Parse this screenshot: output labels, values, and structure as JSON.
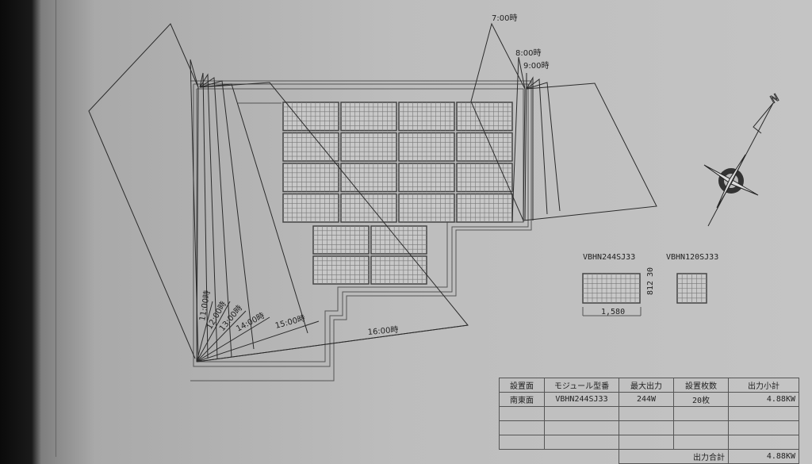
{
  "shadow_labels": {
    "morning": [
      "7:00時",
      "8:00時",
      "9:00時"
    ],
    "afternoon": [
      "11:00時",
      "12:00時",
      "13:00時",
      "14:00時",
      "15:00時",
      "16:00時"
    ]
  },
  "compass": {
    "north_label": "N"
  },
  "modules": {
    "large": {
      "model": "VBHN244SJ33",
      "width": "1,580",
      "height": "812",
      "frame": "30"
    },
    "small": {
      "model": "VBHN120SJ33"
    }
  },
  "array": {
    "upper_cols": 4,
    "upper_rows": 4,
    "lower_cols": 2,
    "lower_rows": 2
  },
  "table": {
    "headers": [
      "設置面",
      "モジュール型番",
      "最大出力",
      "設置枚数",
      "出力小計"
    ],
    "rows": [
      [
        "南東面",
        "VBHN244SJ33",
        "244W",
        "20枚",
        "4.88KW"
      ]
    ],
    "total_label": "出力合計",
    "total_value": "4.88KW"
  }
}
